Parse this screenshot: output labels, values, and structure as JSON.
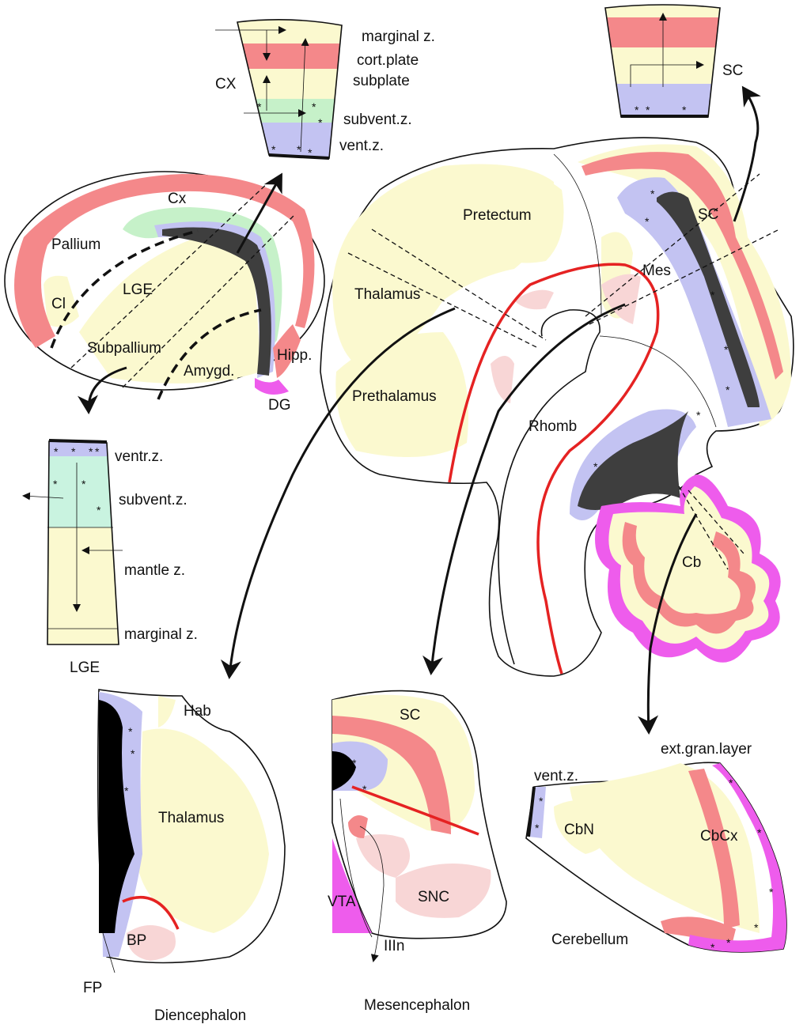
{
  "colors": {
    "mantle_yellow": "#fbf9cf",
    "cortical_plate_red": "#f4888a",
    "ventricular_blue": "#c3c3f2",
    "subventricular_green": "#c6f1c9",
    "external_granular_magenta": "#ee5cec",
    "ventricle_dark": "#3e3e3e",
    "nuclei_pink": "#f8d6d6",
    "boundary_red": "#e52222"
  },
  "cx_column": {
    "title": "CX",
    "layers": [
      "marginal z.",
      "cort.plate",
      "subplate",
      "subvent.z.",
      "vent.z."
    ]
  },
  "sc_column": {
    "title": "SC"
  },
  "telencephalon": {
    "labels": {
      "cx": "Cx",
      "pallium": "Pallium",
      "cl": "Cl",
      "lge": "LGE",
      "subpallium": "Subpallium",
      "amygd": "Amygd.",
      "hipp": "Hipp.",
      "dg": "DG"
    }
  },
  "lge_column": {
    "title": "LGE",
    "layers": [
      "ventr.z.",
      "subvent.z.",
      "mantle z.",
      "marginal z."
    ]
  },
  "brainstem": {
    "labels": {
      "pretectum": "Pretectum",
      "thalamus": "Thalamus",
      "prethalamus": "Prethalamus",
      "mes": "Mes",
      "sc": "SC",
      "rhomb": "Rhomb",
      "cb": "Cb"
    }
  },
  "diencephalon": {
    "title": "Diencephalon",
    "labels": {
      "hab": "Hab",
      "thalamus": "Thalamus",
      "bp": "BP",
      "fp": "FP"
    }
  },
  "mesencephalon": {
    "title": "Mesencephalon",
    "labels": {
      "sc": "SC",
      "vta": "VTA",
      "snc": "SNC",
      "iiin": "IIIn"
    }
  },
  "cerebellum": {
    "title": "Cerebellum",
    "labels": {
      "ext_gran_layer": "ext.gran.layer",
      "vent_z": "vent.z.",
      "cbn": "CbN",
      "cbcx": "CbCx"
    }
  },
  "asterisk": "*"
}
